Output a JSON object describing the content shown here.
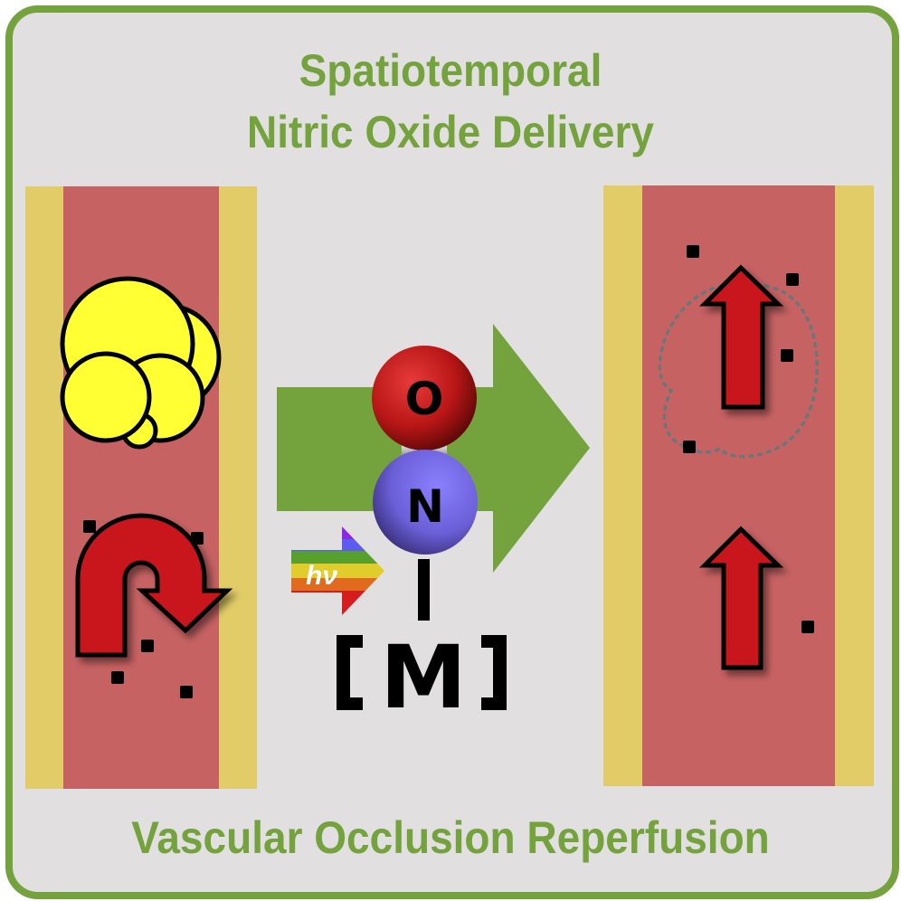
{
  "title": {
    "line1": "Spatiotemporal",
    "line2": "Nitric Oxide Delivery"
  },
  "footer": "Vascular Occlusion Reperfusion",
  "molecule": {
    "top_atom": "O",
    "bottom_atom": "N",
    "metal_label": "[ M ]",
    "light_label": "hν"
  },
  "panels": {
    "left": {
      "state": "occlusion",
      "elements": [
        "clot",
        "u-turn-arrow",
        "no-particles"
      ]
    },
    "right": {
      "state": "reperfusion",
      "elements": [
        "up-arrow",
        "up-arrow",
        "dissolved-clot-outline",
        "no-particles"
      ]
    }
  },
  "colors": {
    "border": "#74a23d",
    "background": "#e1dfe0",
    "vessel_wall": "#e1cc67",
    "vessel_lumen": "#c76263",
    "clot": "#ffff33",
    "flow_arrow": "#c8161b",
    "delivery_arrow": "#74a23d",
    "oxygen": "#c11a1a",
    "nitrogen": "#6a5fd6"
  }
}
